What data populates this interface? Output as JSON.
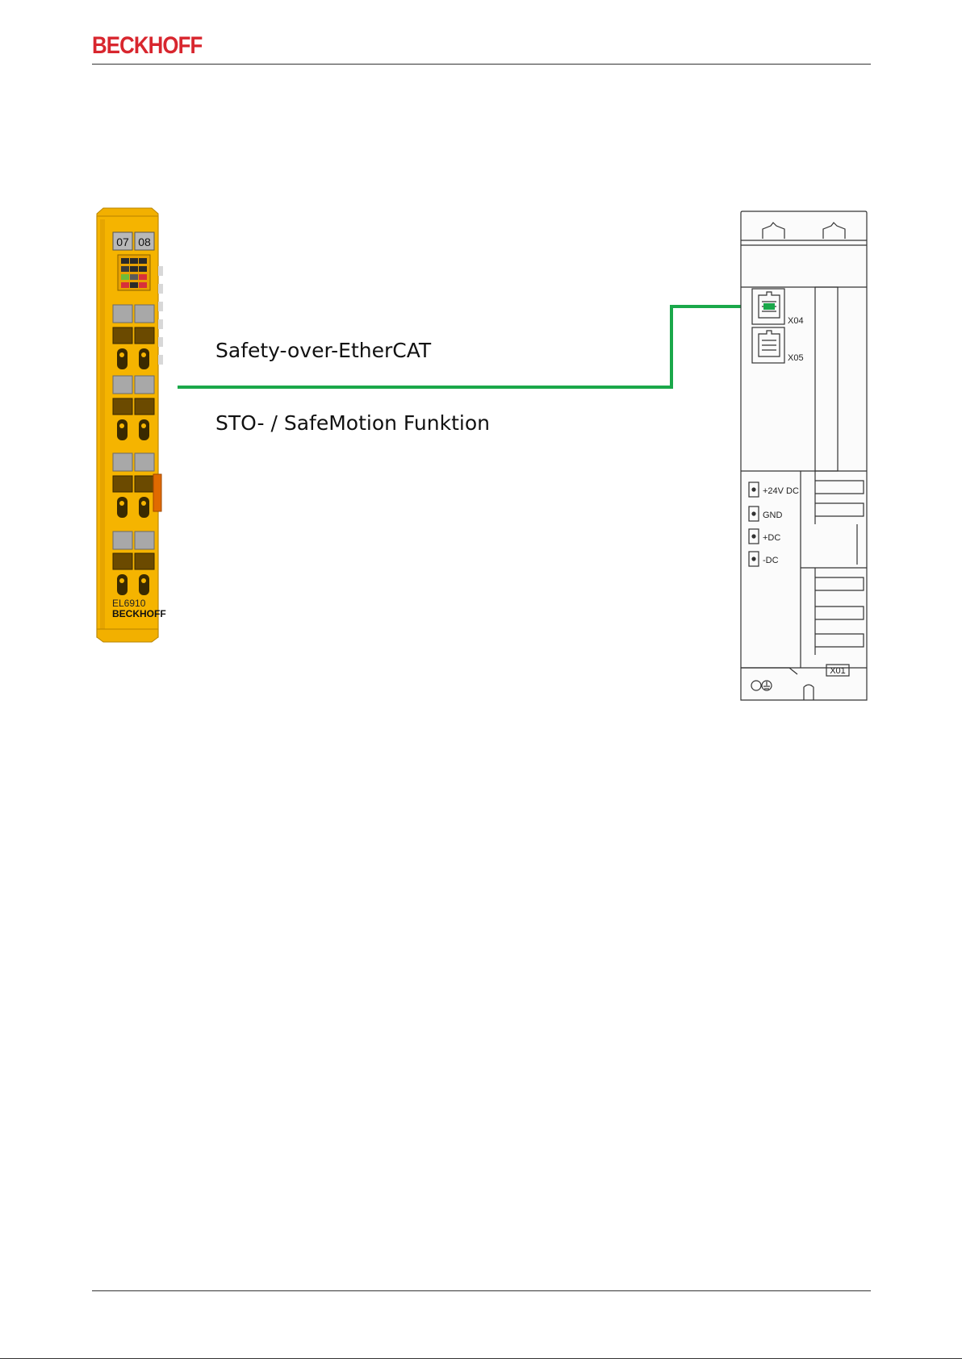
{
  "header": {
    "brand": "BECKHOFF"
  },
  "diagram": {
    "protocol_label": "Safety-over-EtherCAT",
    "function_label": "STO- / SafeMotion Funktion",
    "connection_color": "#1aa84a",
    "terminal": {
      "model": "EL6910",
      "brand": "BECKHOFF",
      "slot_left": "07",
      "slot_right": "08",
      "body_color": "#f5b400"
    },
    "drive": {
      "port_x04": "X04",
      "port_x05": "X05",
      "connector_x01": "X01",
      "terminals": [
        "+24V DC",
        "GND",
        "+DC",
        "-DC"
      ]
    }
  }
}
